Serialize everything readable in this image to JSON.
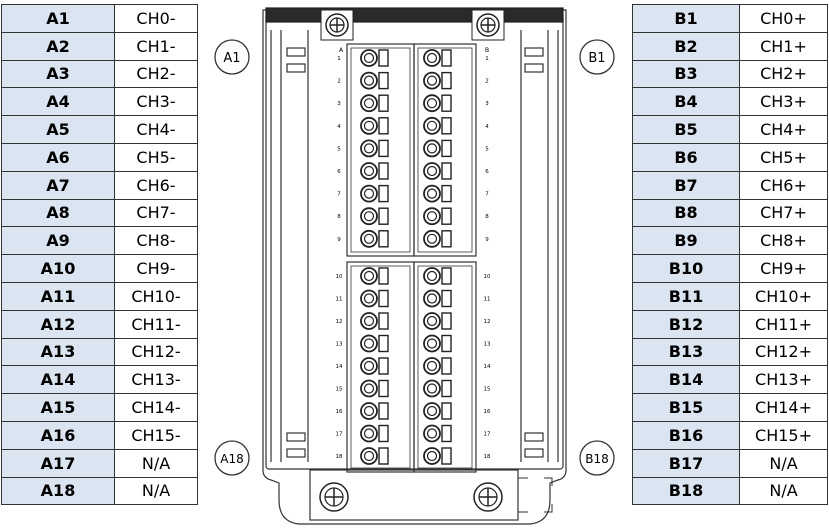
{
  "left_table": [
    {
      "pin": "A1",
      "signal": "CH0-"
    },
    {
      "pin": "A2",
      "signal": "CH1-"
    },
    {
      "pin": "A3",
      "signal": "CH2-"
    },
    {
      "pin": "A4",
      "signal": "CH3-"
    },
    {
      "pin": "A5",
      "signal": "CH4-"
    },
    {
      "pin": "A6",
      "signal": "CH5-"
    },
    {
      "pin": "A7",
      "signal": "CH6-"
    },
    {
      "pin": "A8",
      "signal": "CH7-"
    },
    {
      "pin": "A9",
      "signal": "CH8-"
    },
    {
      "pin": "A10",
      "signal": "CH9-"
    },
    {
      "pin": "A11",
      "signal": "CH10-"
    },
    {
      "pin": "A12",
      "signal": "CH11-"
    },
    {
      "pin": "A13",
      "signal": "CH12-"
    },
    {
      "pin": "A14",
      "signal": "CH13-"
    },
    {
      "pin": "A15",
      "signal": "CH14-"
    },
    {
      "pin": "A16",
      "signal": "CH15-"
    },
    {
      "pin": "A17",
      "signal": "N/A"
    },
    {
      "pin": "A18",
      "signal": "N/A"
    }
  ],
  "right_table": [
    {
      "pin": "B1",
      "signal": "CH0+"
    },
    {
      "pin": "B2",
      "signal": "CH1+"
    },
    {
      "pin": "B3",
      "signal": "CH2+"
    },
    {
      "pin": "B4",
      "signal": "CH3+"
    },
    {
      "pin": "B5",
      "signal": "CH4+"
    },
    {
      "pin": "B6",
      "signal": "CH5+"
    },
    {
      "pin": "B7",
      "signal": "CH6+"
    },
    {
      "pin": "B8",
      "signal": "CH7+"
    },
    {
      "pin": "B9",
      "signal": "CH8+"
    },
    {
      "pin": "B10",
      "signal": "CH9+"
    },
    {
      "pin": "B11",
      "signal": "CH10+"
    },
    {
      "pin": "B12",
      "signal": "CH11+"
    },
    {
      "pin": "B13",
      "signal": "CH12+"
    },
    {
      "pin": "B14",
      "signal": "CH13+"
    },
    {
      "pin": "B15",
      "signal": "CH14+"
    },
    {
      "pin": "B16",
      "signal": "CH15+"
    },
    {
      "pin": "B17",
      "signal": "N/A"
    },
    {
      "pin": "B18",
      "signal": "N/A"
    }
  ],
  "callouts": {
    "a_top": "A1",
    "b_top": "B1",
    "a_bottom": "A18",
    "b_bottom": "B18"
  },
  "module": {
    "top_labels": [
      "A",
      "B"
    ],
    "terminal_numbers": [
      "1",
      "2",
      "3",
      "4",
      "5",
      "6",
      "7",
      "8",
      "9",
      "10",
      "11",
      "12",
      "13",
      "14",
      "15",
      "16",
      "17",
      "18"
    ]
  },
  "colors": {
    "pin_cell": "#dbe4f1",
    "line": "#333333"
  }
}
